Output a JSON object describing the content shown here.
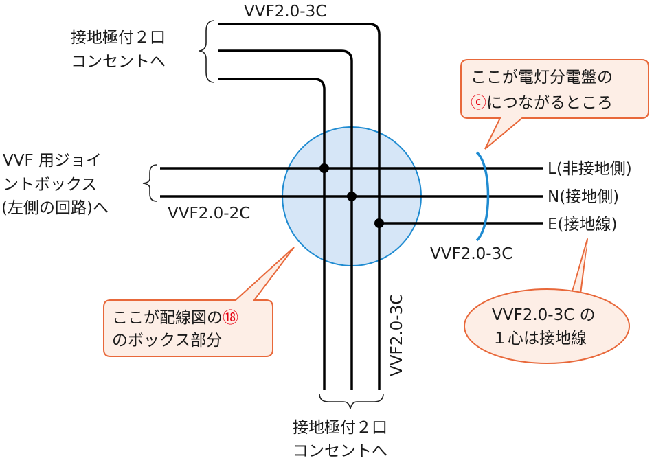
{
  "colors": {
    "wire": "#000000",
    "box_fill": "#d6e6f7",
    "box_stroke": "#1f8bd1",
    "callout_fill": "#fdeee6",
    "callout_stroke": "#e8683a",
    "clamp": "#1f8bd1",
    "circled_text": "#e60012"
  },
  "labels": {
    "top_cable": "VVF2.0-3C",
    "top_left_dest_line1": "接地極付２口",
    "top_left_dest_line2": "コンセントへ",
    "left_dest_line1": "VVF 用ジョイ",
    "left_dest_line2": "ントボックス",
    "left_dest_line3": "(左側の回路)へ",
    "left_cable": "VVF2.0-2C",
    "right_cable": "VVF2.0-3C",
    "vertical_cable": "VVF2.0-3C",
    "bottom_dest_line1": "接地極付２口",
    "bottom_dest_line2": "コンセントへ",
    "right_wire_L": "L(非接地側)",
    "right_wire_N": "N(接地側)",
    "right_wire_E": "E(接地線)"
  },
  "callouts": {
    "panel_line1": "ここが電灯分電盤の",
    "panel_circled": "ⓒ",
    "panel_line2": "につながるところ",
    "box_line1": "ここが配線図の",
    "box_circled": "⑱",
    "box_line2": "のボックス部分",
    "earth_line1": "VVF2.0-3C の",
    "earth_line2": "１心は接地線"
  }
}
